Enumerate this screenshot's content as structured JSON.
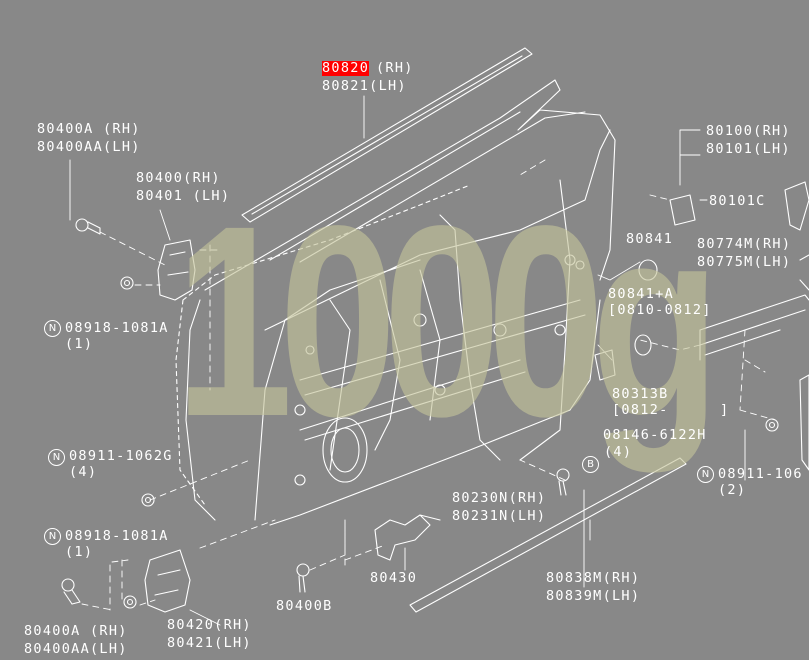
{
  "watermark": "1000g",
  "colors": {
    "background": "#888888",
    "line": "#ffffff",
    "highlight": "#ff0000",
    "watermark": "#c5c49a"
  },
  "diagram": {
    "circle_n": "N",
    "circle_b": "B",
    "labels": {
      "w80820": "80820",
      "w80820rh": "(RH)",
      "w80821": "80821(LH)",
      "l80400a_top": "80400A  (RH)",
      "l80400aa_top": "80400AA(LH)",
      "l80400": "80400(RH)",
      "l80401": "80401 (LH)",
      "n1_code": "08918-1081A",
      "n1_qty": "(1)",
      "n2_code": "08911-1062G",
      "n2_qty": "(4)",
      "n3_code": "08918-1081A",
      "n3_qty": "(1)",
      "l80400a_bot": "80400A  (RH)",
      "l80400aa_bot": "80400AA(LH)",
      "l80420": "80420(RH)",
      "l80421": "80421(LH)",
      "l80400b": "80400B",
      "l80430": "80430",
      "l80230n": "80230N(RH)",
      "l80231n": "80231N(LH)",
      "l80838m": "80838M(RH)",
      "l80839m": "80839M(LH)",
      "l80100": "80100(RH)",
      "l80101": "80101(LH)",
      "l80101c": "80101C",
      "l80841": "80841",
      "l80774m": "80774M(RH)",
      "l80775m": "80775M(LH)",
      "l80841a": "80841+A",
      "l80841a_range": "[0810-0812]",
      "l80313b": "80313B",
      "l80313b_range": "[0812-",
      "l80313b_close": "]",
      "b_code": "08146-6122H",
      "b_qty": "(4)",
      "n4_code": "08911-106",
      "n4_qty": "(2)"
    }
  }
}
